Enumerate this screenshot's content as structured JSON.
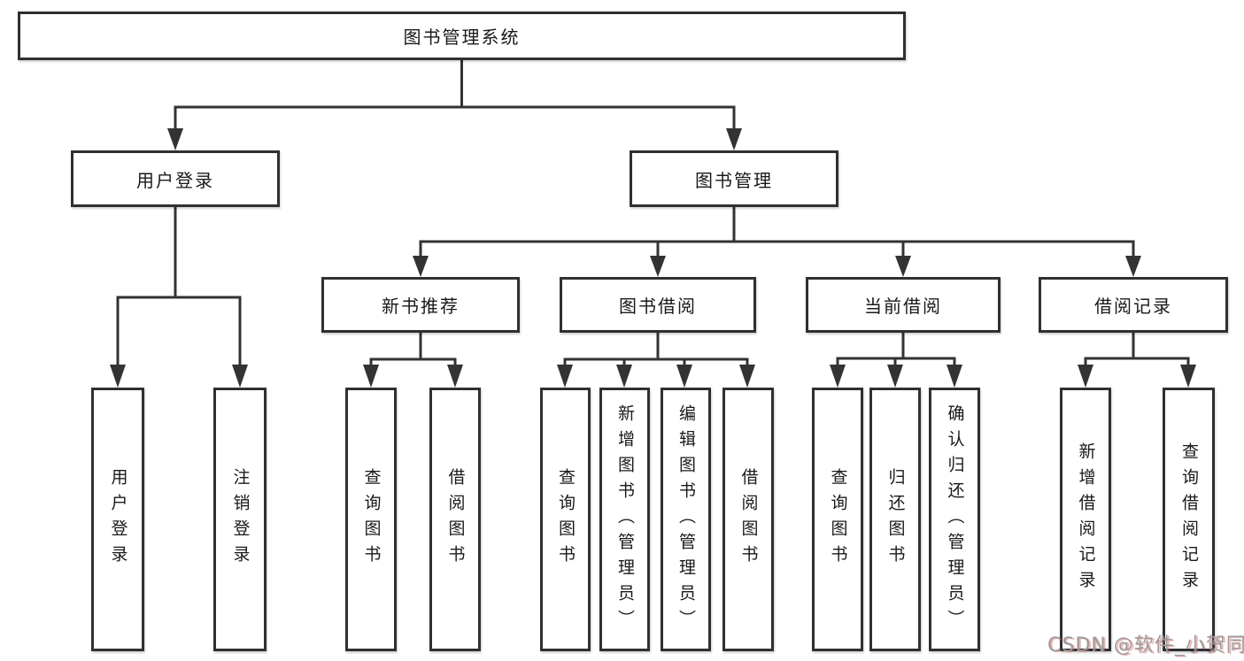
{
  "diagram": {
    "type": "hierarchy-tree",
    "tree": {
      "label": "图书管理系统",
      "children": [
        {
          "label": "用户登录",
          "children": [
            {
              "label": "用户登录"
            },
            {
              "label": "注销登录"
            }
          ]
        },
        {
          "label": "图书管理",
          "children": [
            {
              "label": "新书推荐",
              "children": [
                {
                  "label": "查询图书"
                },
                {
                  "label": "借阅图书"
                }
              ]
            },
            {
              "label": "图书借阅",
              "children": [
                {
                  "label": "查询图书"
                },
                {
                  "label": "新增图书（管理员）"
                },
                {
                  "label": "编辑图书（管理员）"
                },
                {
                  "label": "借阅图书"
                }
              ]
            },
            {
              "label": "当前借阅",
              "children": [
                {
                  "label": "查询图书"
                },
                {
                  "label": "归还图书"
                },
                {
                  "label": "确认归还（管理员）"
                }
              ]
            },
            {
              "label": "借阅记录",
              "children": [
                {
                  "label": "新增借阅记录"
                },
                {
                  "label": "查询借阅记录"
                }
              ]
            }
          ]
        }
      ]
    },
    "colors": {
      "line": "#333333",
      "box_border": "#2e3033",
      "text": "#17191c",
      "background": "#ffffff",
      "watermark": "#9b9b9b"
    }
  },
  "watermark": "CSDN @软件_小贺同学"
}
